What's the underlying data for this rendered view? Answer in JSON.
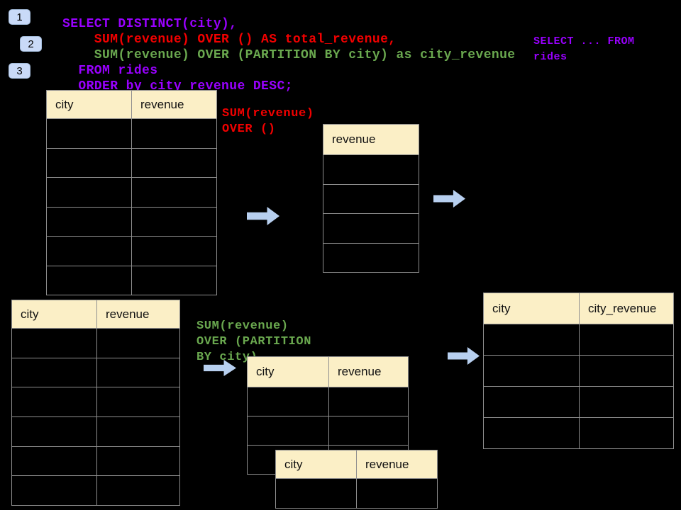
{
  "colors": {
    "background": "#000000",
    "purple": "#9900FF",
    "red": "#F20000",
    "green": "#6AA84F",
    "table_header_bg": "#FBEFC6",
    "table_border": "#8F8F8F",
    "table_text": "#111111",
    "arrow_blue": "#B7CFEF",
    "badge_bg": "#C9DAF8",
    "badge_border": "#A3BBD9",
    "badge_text": "#000000"
  },
  "badges": [
    {
      "label": "1"
    },
    {
      "label": "2"
    },
    {
      "label": "3"
    }
  ],
  "sql_code": {
    "lines": [
      {
        "text": "SELECT DISTINCT(city),",
        "color": "purple"
      },
      {
        "text": "    SUM(revenue) OVER () AS total_revenue,",
        "color": "red"
      },
      {
        "text": "    SUM(revenue) OVER (PARTITION BY city) as city_revenue",
        "color": "green"
      },
      {
        "text": "  FROM rides",
        "color": "purple"
      },
      {
        "text": "  ORDER by city_revenue DESC;",
        "color": "purple"
      }
    ]
  },
  "side_note": {
    "lines": [
      {
        "text": "SELECT ... FROM",
        "color": "purple"
      },
      {
        "text": "rides",
        "color": "purple"
      }
    ]
  },
  "label_total": {
    "lines": [
      {
        "text": "SUM(revenue)",
        "color": "red"
      },
      {
        "text": "OVER ()",
        "color": "red"
      }
    ]
  },
  "label_partition": {
    "lines": [
      {
        "text": "SUM(revenue)",
        "color": "green"
      },
      {
        "text": "OVER (PARTITION",
        "color": "green"
      },
      {
        "text": "BY city)",
        "color": "green"
      }
    ]
  },
  "tables": {
    "source_top": {
      "columns": [
        "city",
        "revenue"
      ],
      "empty_rows": 6
    },
    "total_revenue": {
      "columns": [
        "revenue"
      ],
      "empty_rows": 4
    },
    "source_bottom": {
      "columns": [
        "city",
        "revenue"
      ],
      "empty_rows": 6
    },
    "partition_back": {
      "columns": [
        "city",
        "revenue"
      ],
      "empty_rows": 3
    },
    "partition_front": {
      "columns": [
        "city",
        "revenue"
      ],
      "empty_rows": 1
    },
    "result_city_revenue": {
      "columns": [
        "city",
        "city_revenue"
      ],
      "empty_rows": 4
    }
  }
}
